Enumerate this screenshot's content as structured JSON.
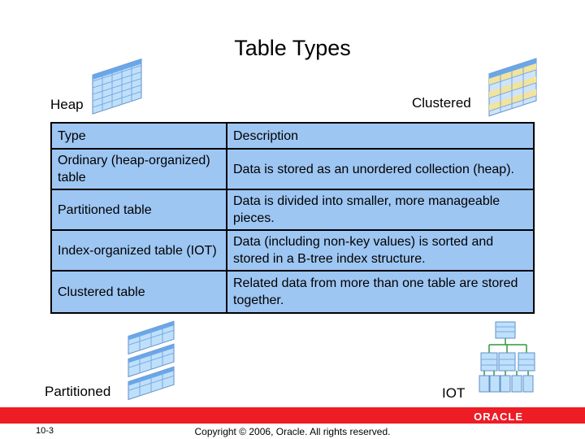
{
  "slide": {
    "title": "Table Types",
    "labels": {
      "heap": "Heap",
      "clustered": "Clustered",
      "partitioned": "Partitioned",
      "iot": "IOT"
    }
  },
  "table": {
    "headers": [
      "Type",
      "Description"
    ],
    "rows": [
      [
        "Ordinary (heap-organized) table",
        "Data is stored as an unordered collection (heap)."
      ],
      [
        "Partitioned table",
        "Data is divided into smaller, more manageable pieces."
      ],
      [
        "Index-organized table (IOT)",
        "Data (including non-key values) is sorted and stored in a B-tree index structure."
      ],
      [
        "Clustered table",
        "Related data from more than one table are stored together."
      ]
    ]
  },
  "footer": {
    "slide_number": "10-3",
    "copyright": "Copyright © 2006, Oracle. All rights reserved.",
    "logo_text": "ORACLE"
  },
  "colors": {
    "table_fill": "#9ec6f3",
    "footer_bar": "#ee1c25",
    "icon_blue": "#6aa6e8",
    "icon_yellow": "#f2e49c",
    "iot_line": "#2e9a3c"
  },
  "icons": [
    "heap-table-icon",
    "clustered-table-icon",
    "partitioned-table-icon",
    "iot-tree-icon",
    "oracle-logo"
  ]
}
